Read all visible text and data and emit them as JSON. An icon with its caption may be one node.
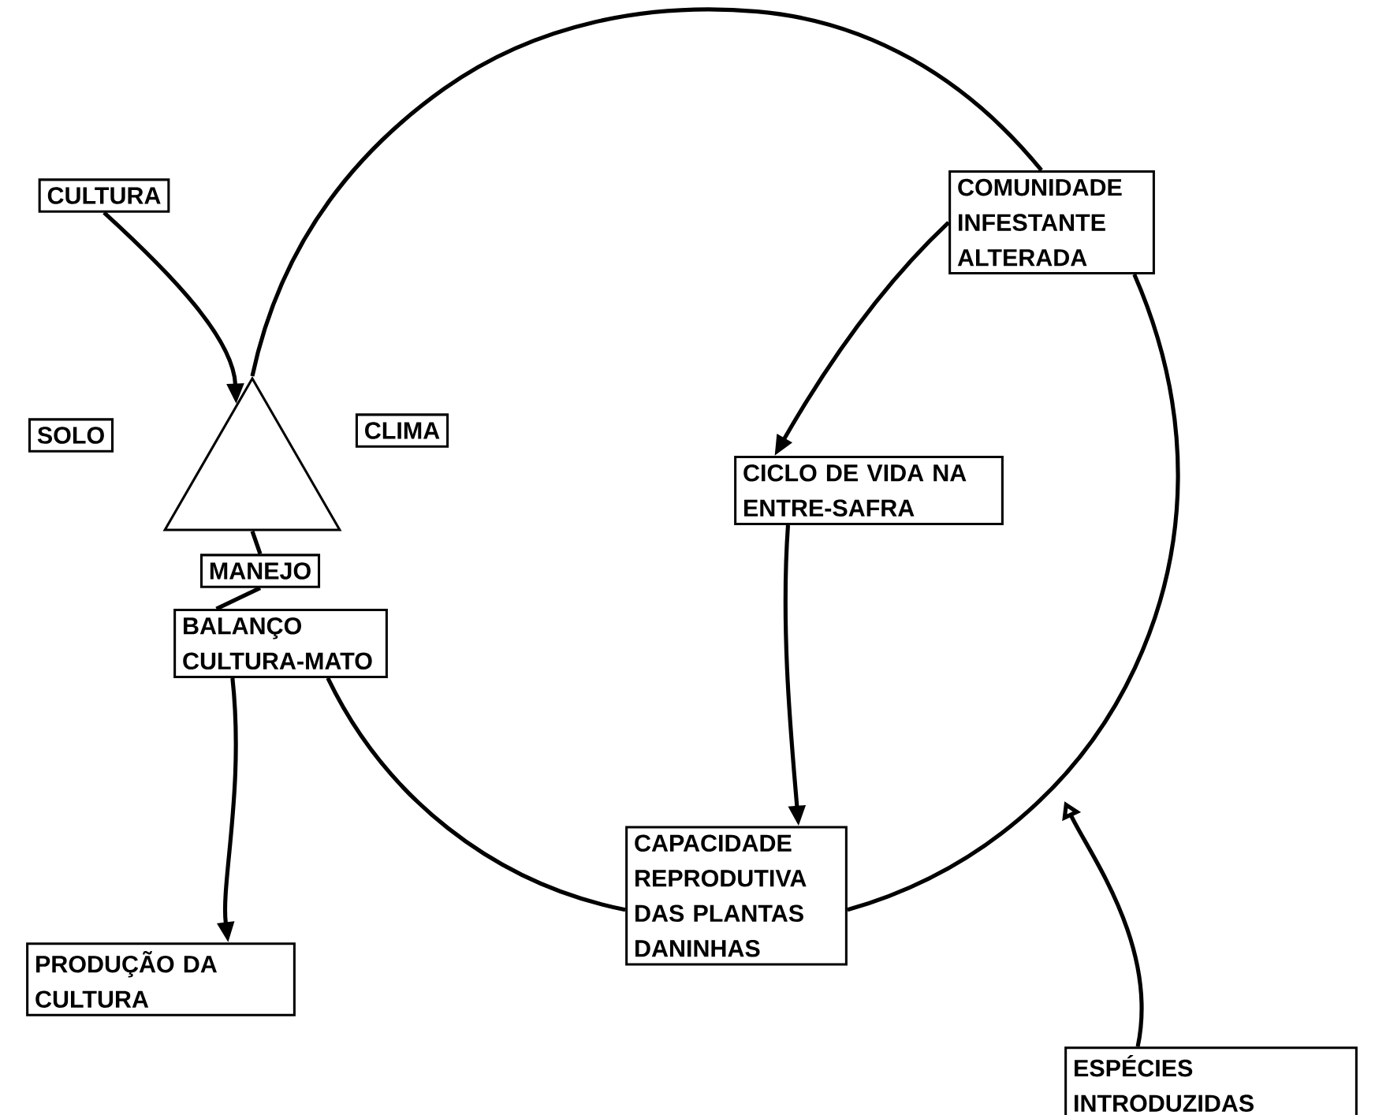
{
  "diagram": {
    "nodes": [
      {
        "text": [
          "CULTURA"
        ]
      },
      {
        "text": [
          "SOLO"
        ]
      },
      {
        "text": [
          "CLIMA"
        ]
      },
      {
        "text": [],
        "shape": "triangle"
      },
      {
        "text": [
          "MANEJO"
        ]
      },
      {
        "text": [
          "BALANÇO CULTURA-MATO"
        ]
      },
      {
        "text": [
          "PRODUÇÃO DA CULTURA"
        ]
      },
      {
        "text": [
          "COMUNIDADE INFESTANTE ALTERADA"
        ]
      },
      {
        "text": [
          "CICLO DE VIDA NA ENTRE-SAFRA"
        ]
      },
      {
        "text": [
          "CAPACIDADE REPRODUTIVA DAS PLANTAS DANINHAS"
        ]
      },
      {
        "text": [
          "ESPÉCIES INTRODUZIDAS"
        ]
      }
    ],
    "edges": [
      {
        "from": 0,
        "to": 3,
        "arrow": "to"
      },
      {
        "from": 3,
        "to": 7,
        "arrow": "none"
      },
      {
        "from": 7,
        "to": 8,
        "arrow": "to"
      },
      {
        "from": 7,
        "to": 9,
        "arrow": "none"
      },
      {
        "from": 8,
        "to": 9,
        "arrow": "to"
      },
      {
        "from": 9,
        "to": 5,
        "arrow": "none"
      },
      {
        "from": 5,
        "to": 6,
        "arrow": "to"
      },
      {
        "from": 3,
        "to": 4,
        "arrow": "none"
      },
      {
        "from": 4,
        "to": 5,
        "arrow": "none"
      },
      {
        "from": 10,
        "to": null,
        "arrow": "to"
      }
    ]
  }
}
